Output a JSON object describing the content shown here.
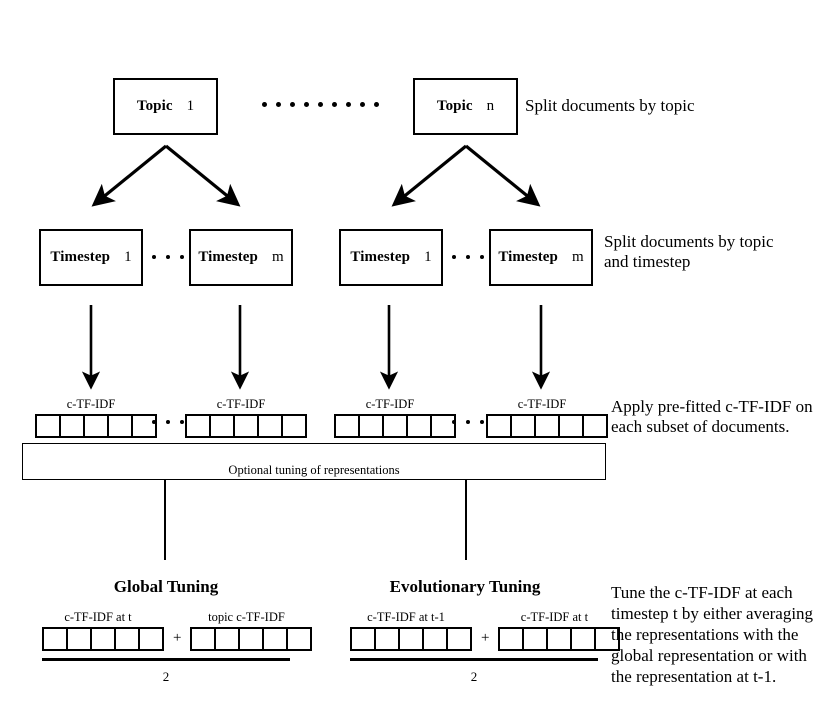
{
  "diagram": {
    "title": "Topic modeling over time: split, c-TF-IDF and optional tuning",
    "ink_color": "#000000",
    "background": "#ffffff",
    "topics": [
      {
        "label": "Topic",
        "index": "1"
      },
      {
        "label": "Topic",
        "index": "n"
      }
    ],
    "topic_separator_dots": 9,
    "timesteps": [
      {
        "label": "Timestep",
        "index": "1"
      },
      {
        "label": "Timestep",
        "index": "m"
      },
      {
        "label": "Timestep",
        "index": "1"
      },
      {
        "label": "Timestep",
        "index": "m"
      }
    ],
    "timestep_separator_dots": 3,
    "vectors": [
      {
        "caption": "c-TF-IDF",
        "cells": 5
      },
      {
        "caption": "c-TF-IDF",
        "cells": 5
      },
      {
        "caption": "c-TF-IDF",
        "cells": 5
      },
      {
        "caption": "c-TF-IDF",
        "cells": 5
      }
    ],
    "vector_separator_dots": 3,
    "tuning_bracket": {
      "caption": "Optional tuning of representations"
    },
    "tuning_sections": [
      {
        "title": "Global Tuning",
        "left_term": {
          "caption": "c-TF-IDF at t",
          "cells": 5
        },
        "operator": "+",
        "right_term": {
          "caption": "topic c-TF-IDF",
          "cells": 5
        },
        "denominator": "2"
      },
      {
        "title": "Evolutionary Tuning",
        "left_term": {
          "caption": "c-TF-IDF at t-1",
          "cells": 5
        },
        "operator": "+",
        "right_term": {
          "caption": "c-TF-IDF at t",
          "cells": 5
        },
        "denominator": "2"
      }
    ],
    "annotations": [
      {
        "name": "split-by-topic",
        "text": "Split documents by topic"
      },
      {
        "name": "split-by-topic-and-timestep",
        "text": "Split documents by topic\nand timestep"
      },
      {
        "name": "apply-prefitted-ctfidf",
        "text": "Apply pre-fitted c-TF-IDF on\neach subset of documents."
      },
      {
        "name": "tune-ctfidf",
        "text": "Tune the c-TF-IDF at each\ntimestep t by either averaging\nthe representations with the\nglobal representation or with\nthe representation at t-1."
      }
    ]
  }
}
